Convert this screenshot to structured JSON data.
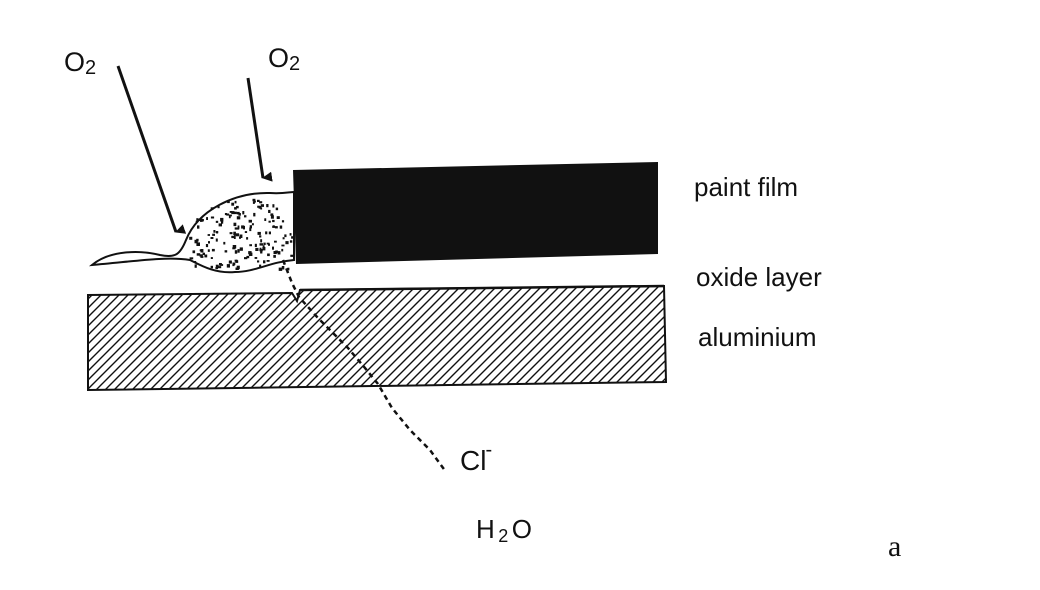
{
  "diagram": {
    "labels": {
      "oxygen_left": {
        "base": "O",
        "sub": "2"
      },
      "oxygen_right": {
        "base": "O",
        "sub": "2"
      },
      "paint_film": "paint film",
      "oxide_layer": "oxide layer",
      "aluminium": "aluminium",
      "chloride": {
        "base": "Cl",
        "sup": "-"
      },
      "water": {
        "pre": "H",
        "sub": "2",
        "post": "O"
      },
      "panel_letter": "a"
    },
    "colors": {
      "ink": "#111111",
      "background": "#ffffff"
    }
  }
}
